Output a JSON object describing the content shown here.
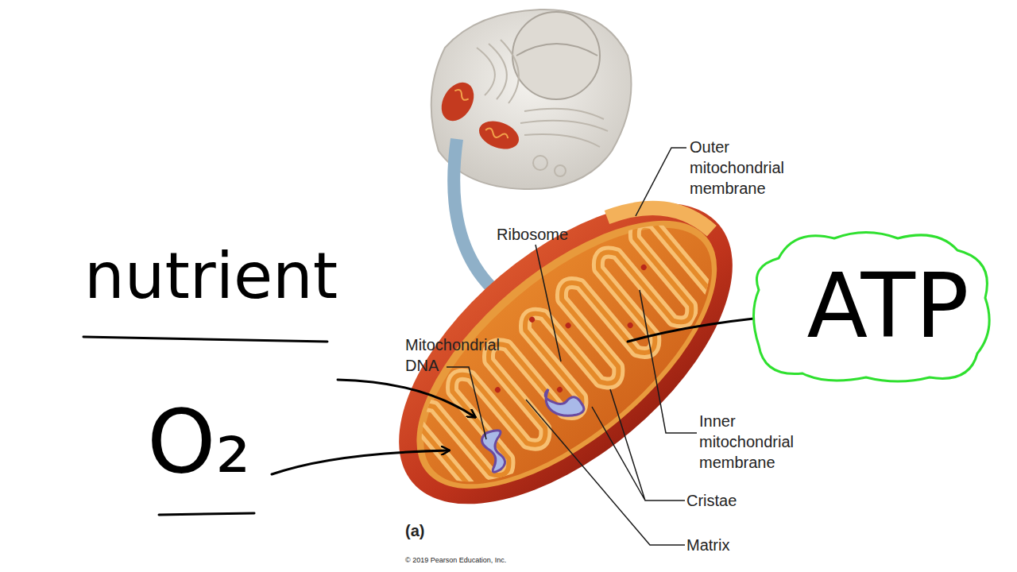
{
  "diagram": {
    "nodes": [
      {
        "text": [
          "ATP"
        ]
      }
    ],
    "labels": [
      "Outer mitochondrial membrane",
      "Ribosome",
      "Mitochondrial DNA",
      "Inner mitochondrial membrane",
      "Cristae",
      "Matrix",
      "nutrient",
      "O₂",
      "(a)",
      "© 2019 Pearson Education, Inc."
    ]
  }
}
